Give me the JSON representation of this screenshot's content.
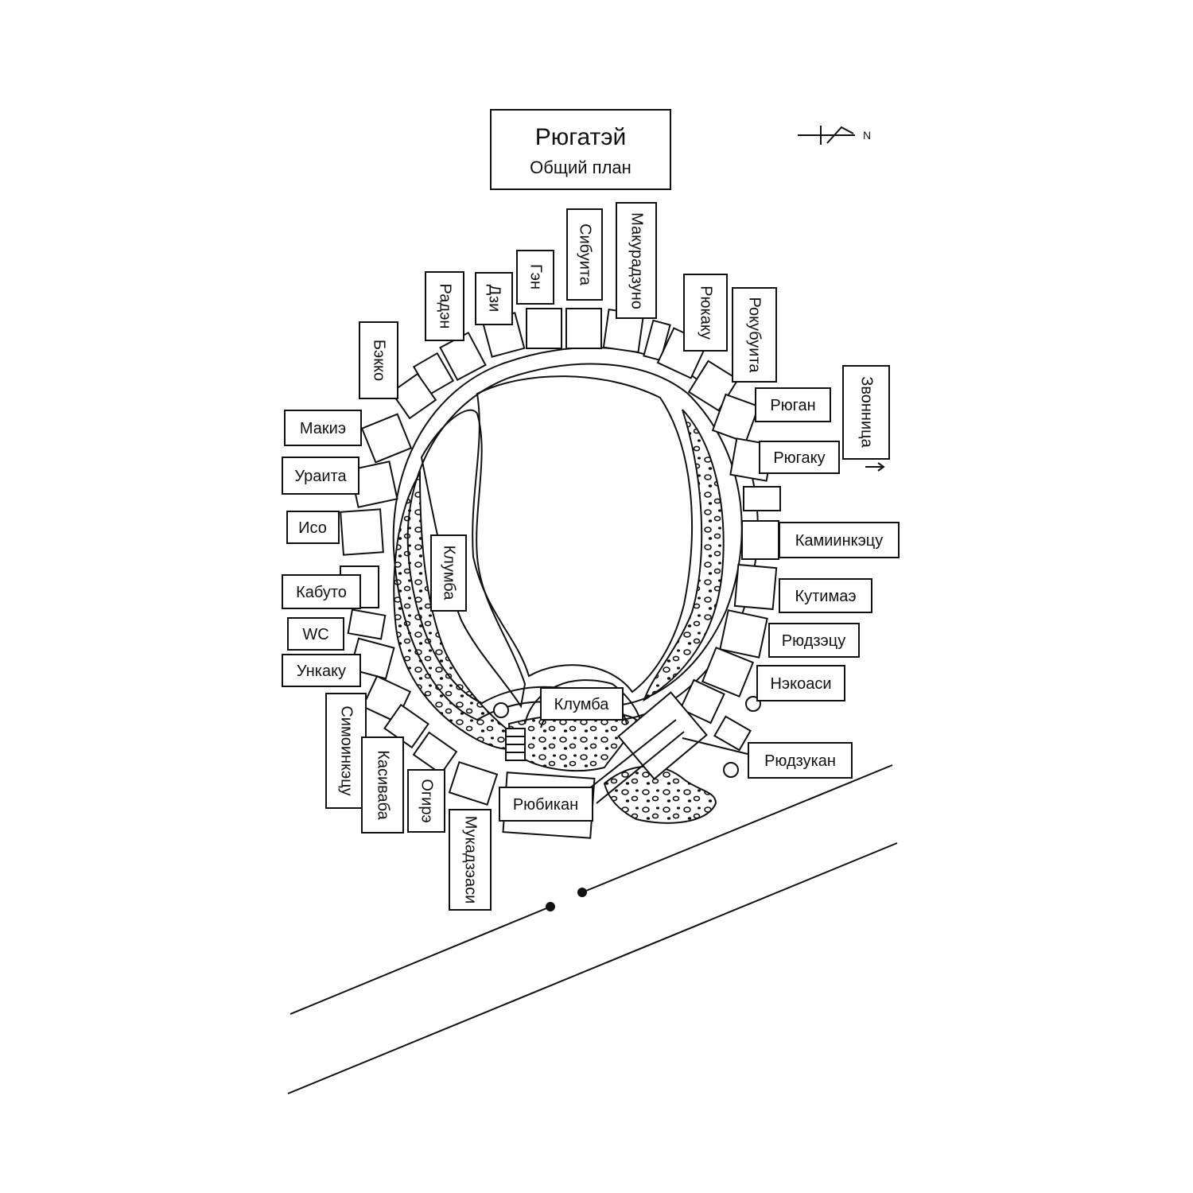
{
  "header": {
    "title": "Рюгатэй",
    "subtitle": "Общий план"
  },
  "compass": {
    "north_label": "N"
  },
  "colors": {
    "ink": "#111111",
    "paper": "#ffffff"
  },
  "labels": {
    "sibuita": "Сибуита",
    "makuradzuno": "Макурадзуно",
    "gen": "Гэн",
    "dzi": "Дзи",
    "raden": "Радэн",
    "beko": "Бэкко",
    "ryukaku": "Рюкаку",
    "rokubuita": "Рокубуита",
    "zvonnitsa": "Звонница",
    "makie": "Макиэ",
    "uraita": "Ураита",
    "iso": "Исо",
    "kabuto": "Кабуто",
    "wc": "WC",
    "unkaku": "Ункаку",
    "simoinketsu": "Симоинкэцу",
    "kasivaba": "Касиваба",
    "ogire": "Огирэ",
    "mukadzesi": "Мукадзэаси",
    "ryubikan": "Рюбикан",
    "klumba_center": "Клумба",
    "klumba_left": "Клумба",
    "ryugan": "Рюган",
    "ryugaku": "Рюгаку",
    "kamiinketsu": "Камиинкэцу",
    "kutimae": "Кутимаэ",
    "ryudzetsu": "Рюдзэцу",
    "nekoasi": "Нэкоаси",
    "ryudzukan": "Рюдзукан"
  }
}
